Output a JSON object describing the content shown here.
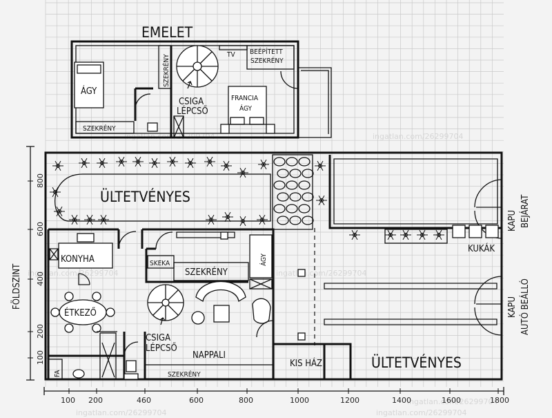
{
  "upper_floor": {
    "title": "EMELET",
    "rooms": {
      "bed": "ÁGY",
      "wardrobe_left": "SZEKRÉNY",
      "wardrobe_vertical": "SZEKRÉNY",
      "tv": "TV",
      "builtin_1": "BEÉPÍTETT",
      "builtin_2": "SZEKRÉNY",
      "spiral_1": "CSIGA",
      "spiral_2": "LÉPCSŐ",
      "french_1": "FRANCIA",
      "french_2": "ÁGY"
    }
  },
  "ground_floor": {
    "title": "FÖLDSZINT",
    "rooms": {
      "garden_top": "ÜLTETVÉNYES",
      "kitchen": "KONYHA",
      "dining": "ÉTKEZŐ",
      "bath": "FA",
      "shelf": "SKEKA",
      "wardrobe_mid": "SZEKRÉNY",
      "bed_small": "ÁGY",
      "spiral_1": "CSIGA",
      "spiral_2": "LÉPCSŐ",
      "living": "NAPPALI",
      "wardrobe_bottom": "SZEKRÉNY",
      "small_house": "KIS HÁZ",
      "garden_bottom": "ÜLTETVÉNYES",
      "bins": "KUKÁK",
      "gate_entry_1": "KAPU",
      "gate_entry_2": "BEJÁRAT",
      "gate_car_1": "KAPU",
      "gate_car_2": "AUTÓ BEÁLLÓ"
    }
  },
  "axes": {
    "x_ticks": [
      "100",
      "200",
      "460",
      "600",
      "800",
      "1000",
      "1200",
      "1400",
      "1600",
      "1800"
    ],
    "y_ticks": [
      "800",
      "600",
      "400",
      "200",
      "100"
    ]
  },
  "watermark": "ingatlan.com/26299704"
}
